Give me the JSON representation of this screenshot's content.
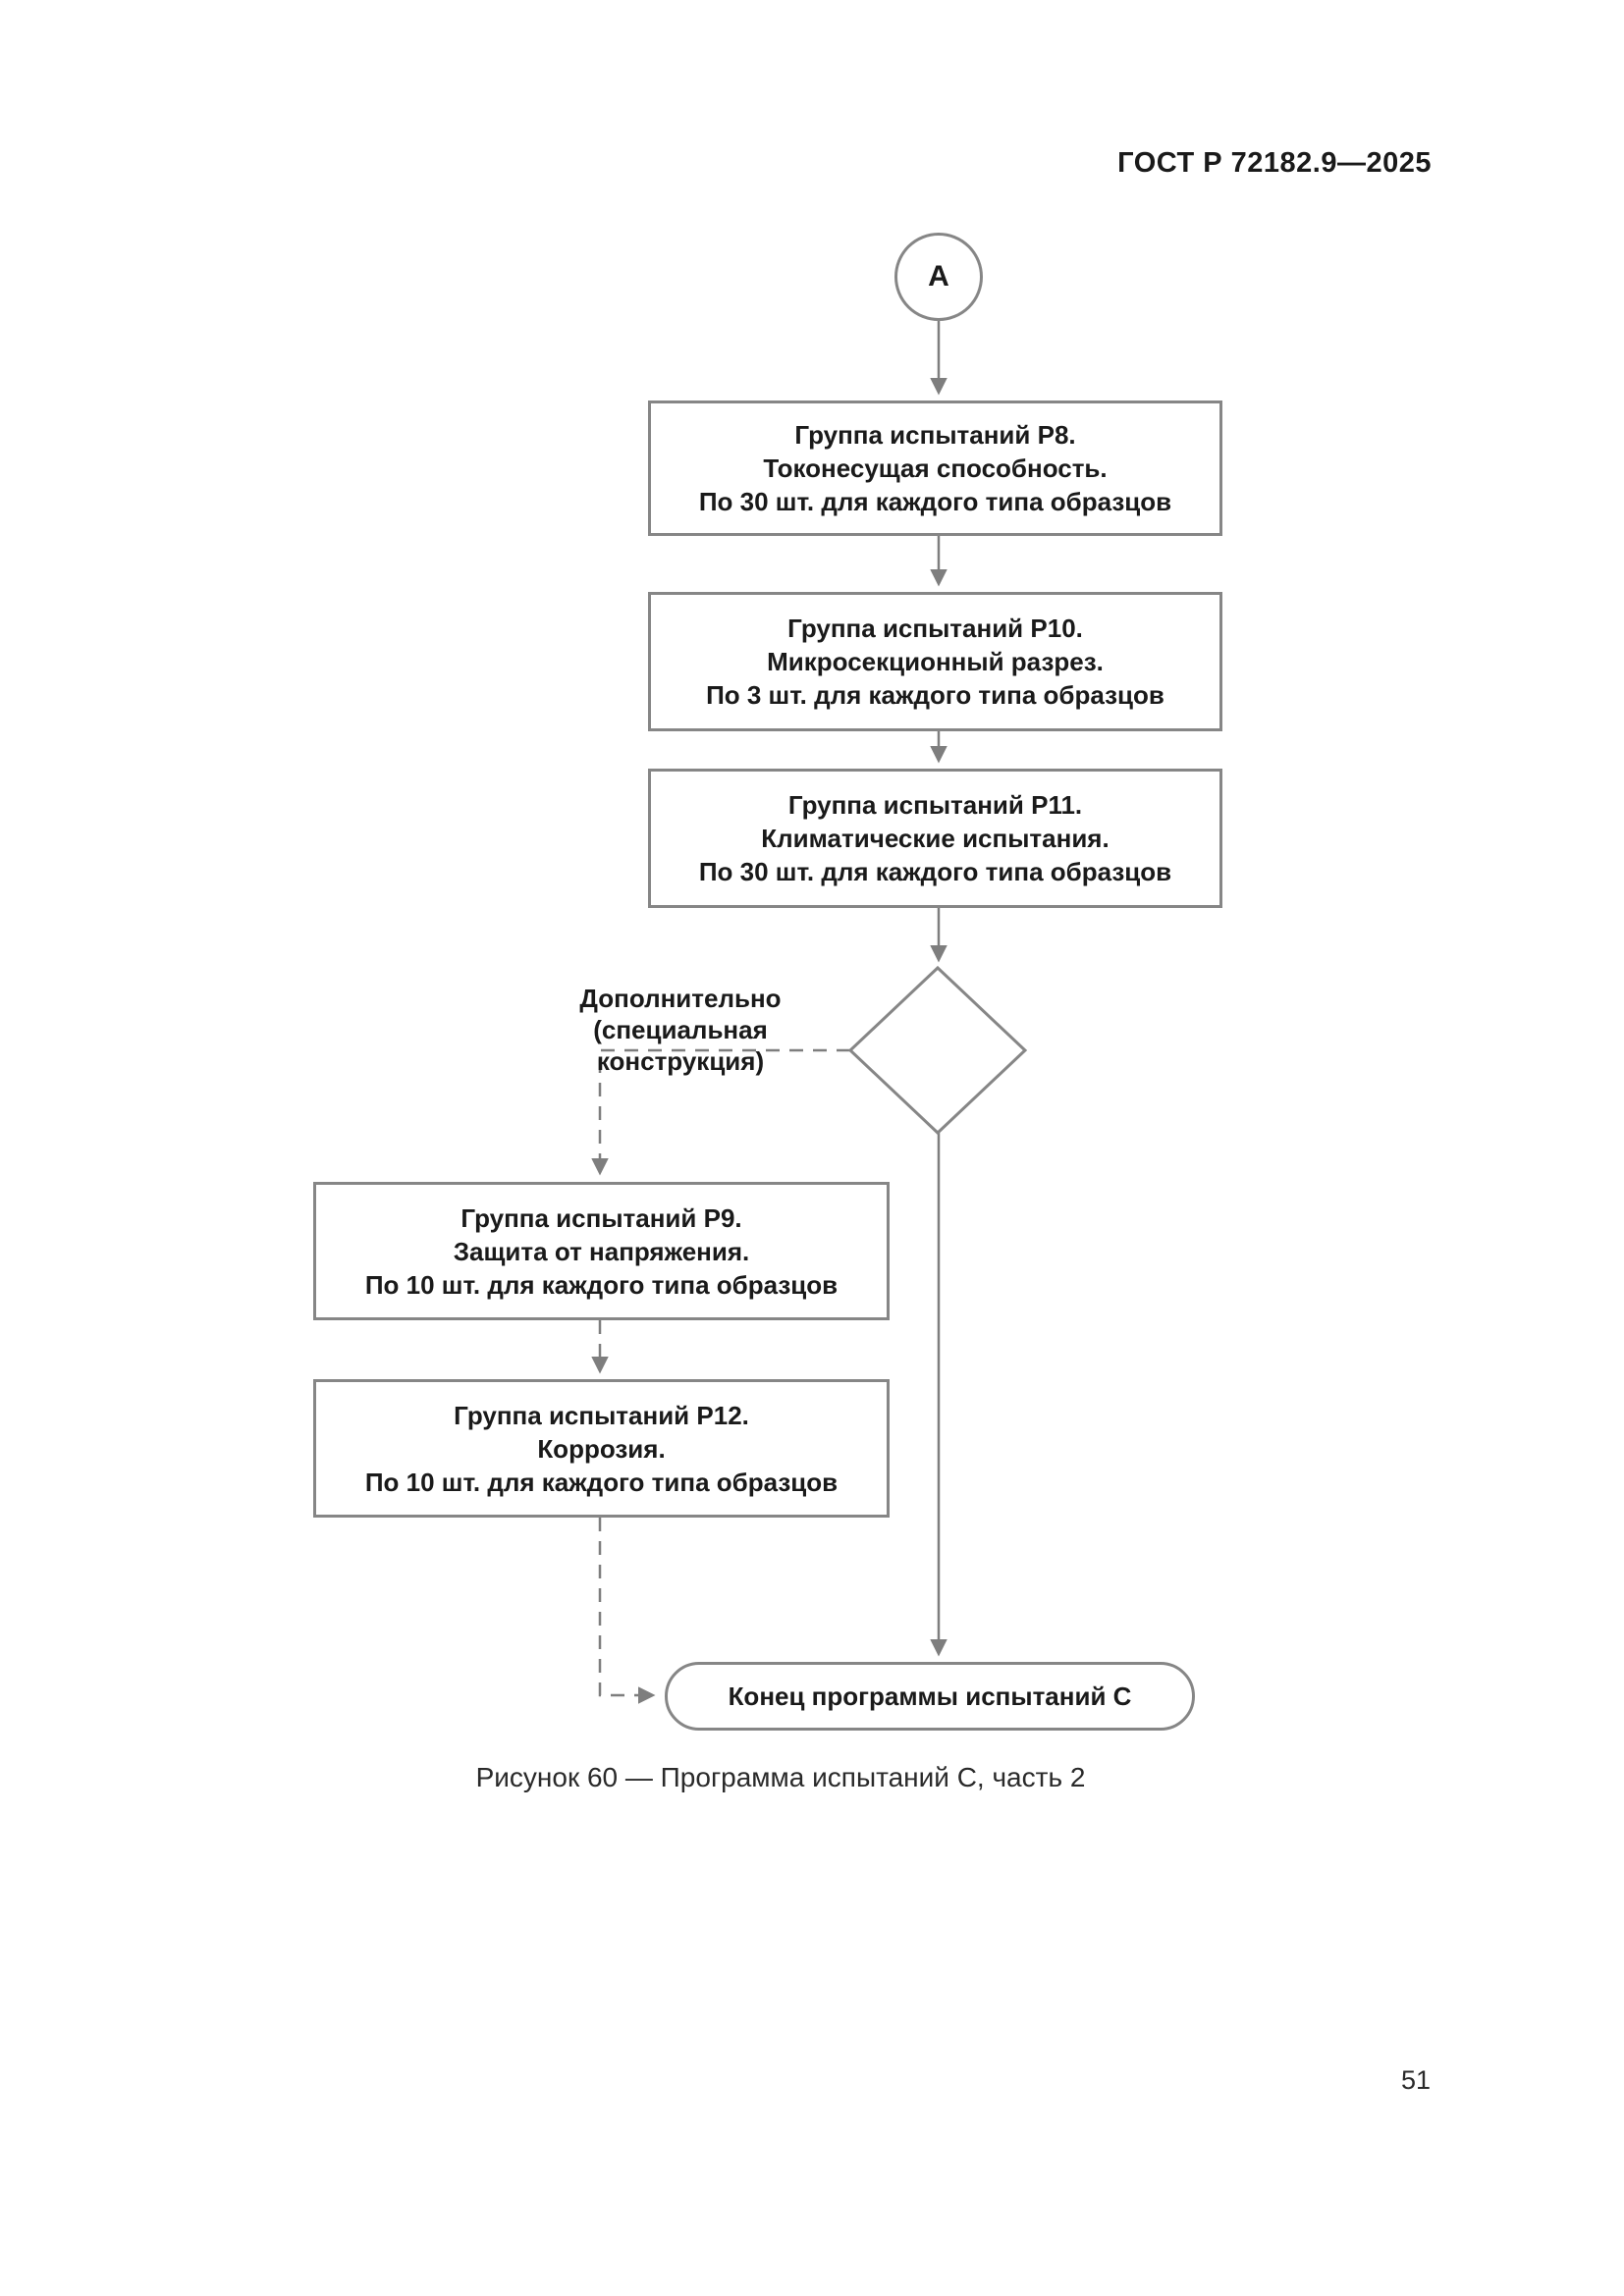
{
  "page": {
    "header": "ГОСТ Р 72182.9—2025",
    "caption": "Рисунок 60 — Программа испытаний С, часть 2",
    "page_number": "51"
  },
  "flowchart": {
    "start_connector_label": "А",
    "boxes": {
      "p8": {
        "line1": "Группа испытаний Р8.",
        "line2": "Токонесущая способность.",
        "line3": "По 30 шт. для каждого типа образцов"
      },
      "p10": {
        "line1": "Группа испытаний Р10.",
        "line2": "Микросекционный разрез.",
        "line3": "По 3 шт. для каждого типа образцов"
      },
      "p11": {
        "line1": "Группа испытаний Р11.",
        "line2": "Климатические испытания.",
        "line3": "По 30 шт. для каждого типа образцов"
      },
      "p9": {
        "line1": "Группа испытаний Р9.",
        "line2": "Защита от напряжения.",
        "line3": "По 10 шт. для каждого типа образцов"
      },
      "p12": {
        "line1": "Группа испытаний Р12.",
        "line2": "Коррозия.",
        "line3": "По 10 шт. для каждого типа образцов"
      }
    },
    "decision_label": {
      "line1": "Дополнительно",
      "line2": "(специальная конструкция)"
    },
    "terminator_label": "Конец программы испытаний С",
    "colors": {
      "line": "#7e7e7e",
      "border": "#868686",
      "text": "#1a1a1a",
      "background": "#ffffff"
    }
  }
}
